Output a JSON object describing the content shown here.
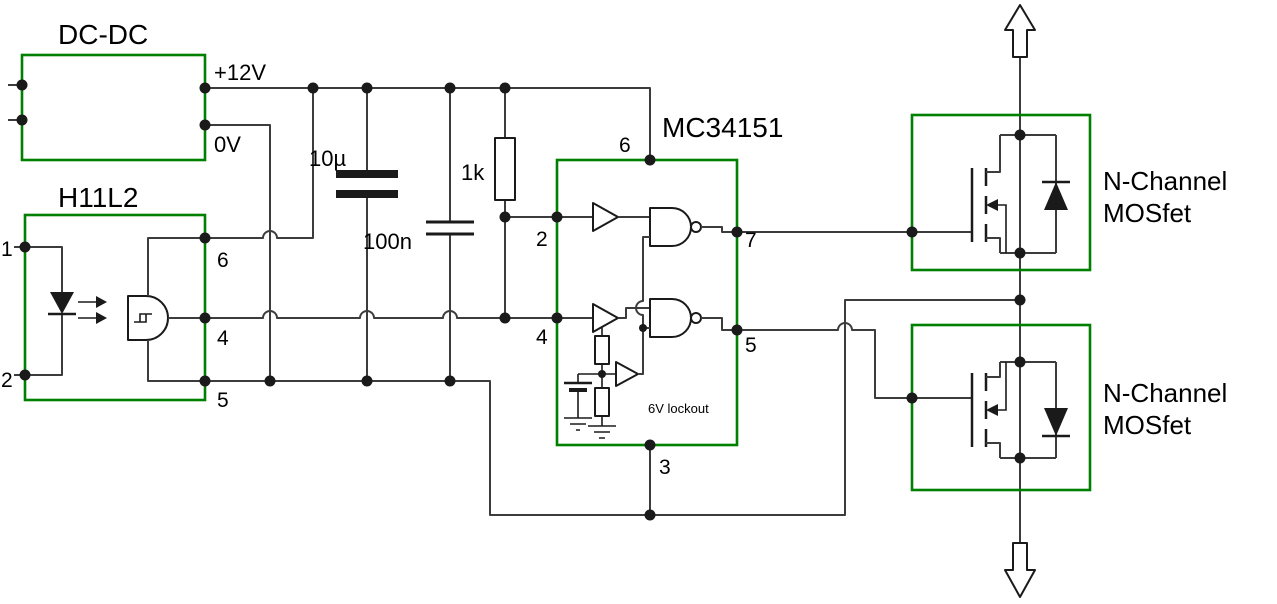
{
  "schematic": {
    "type": "circuit-schematic",
    "colors": {
      "component_box": "#008000",
      "wire": "#3c3c3c",
      "text": "#000000",
      "background": "#ffffff"
    },
    "blocks": {
      "dcdc": {
        "title": "DC-DC",
        "pins": {
          "positive": "+12V",
          "negative": "0V"
        }
      },
      "optocoupler": {
        "title": "H11L2",
        "pins": {
          "anode": "1",
          "cathode": "2",
          "vcc": "6",
          "output": "4",
          "ground": "5"
        }
      },
      "gate_driver": {
        "title": "MC34151",
        "pins": {
          "vcc": "6",
          "input_a": "2",
          "input_b": "4",
          "output_a": "7",
          "output_b": "5",
          "ground": "3"
        },
        "lockout_note": "6V lockout"
      },
      "mosfet_top": {
        "label_line1": "N-Channel",
        "label_line2": "MOSfet"
      },
      "mosfet_bottom": {
        "label_line1": "N-Channel",
        "label_line2": "MOSfet"
      }
    },
    "parts": {
      "bulk_capacitor": "10µ",
      "decoupling_capacitor": "100n",
      "pullup_resistor": "1k"
    }
  }
}
